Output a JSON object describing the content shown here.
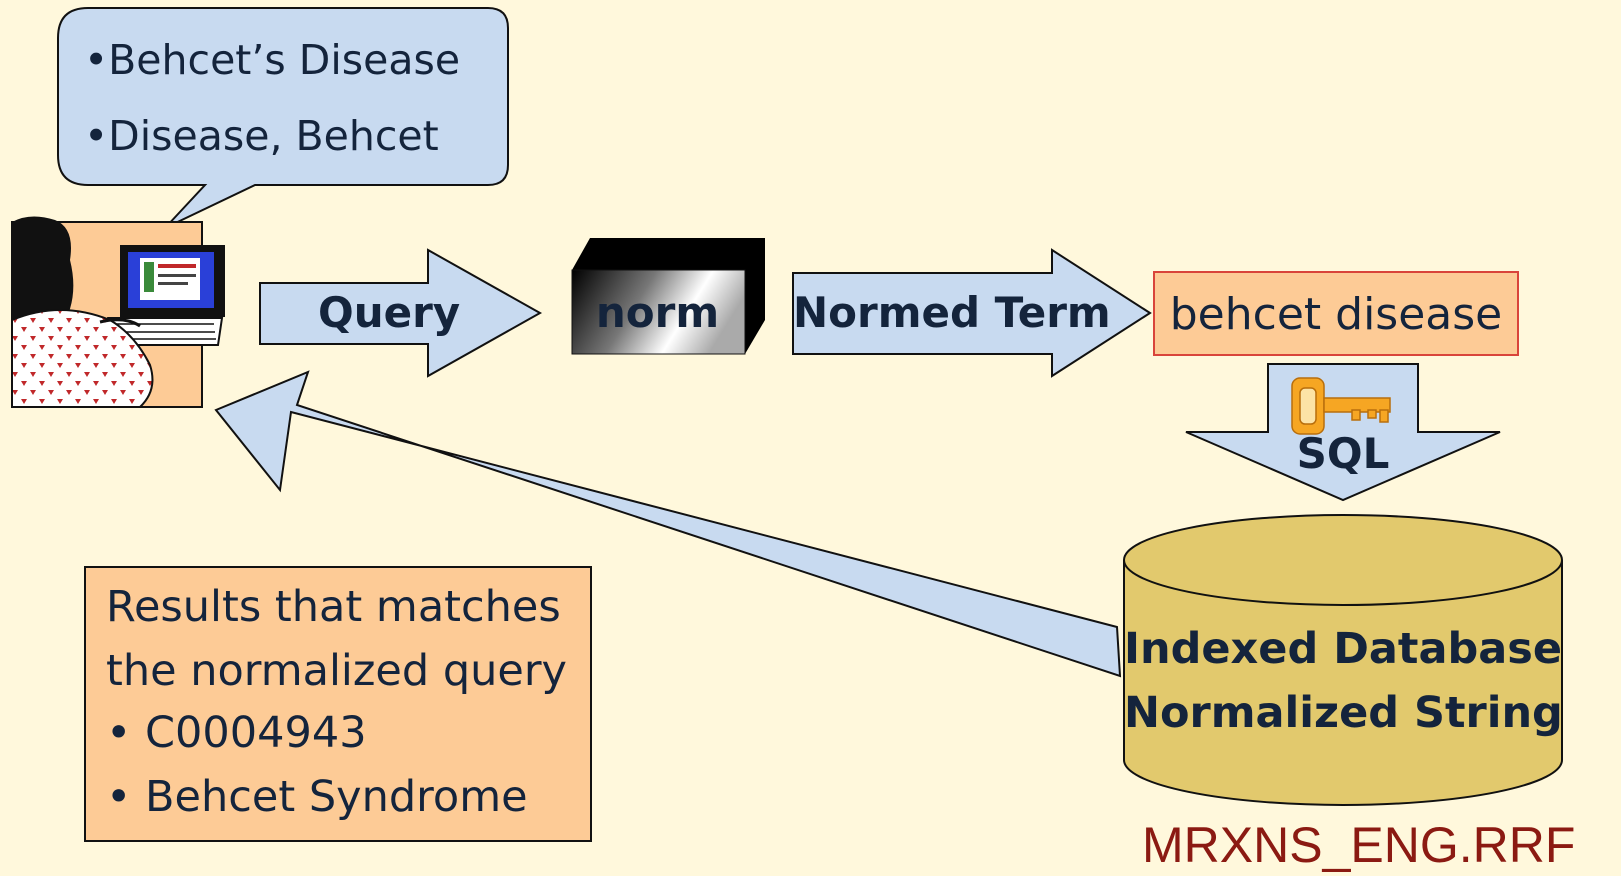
{
  "speech_bubble": {
    "items": [
      "•Behcet’s Disease",
      "•Disease, Behcet"
    ]
  },
  "flow": {
    "query_label": "Query",
    "norm_label": "norm",
    "normed_term_label": "Normed Term",
    "normed_term_value": "behcet disease",
    "sql_label": "SQL"
  },
  "database": {
    "line1": "Indexed Database",
    "line2": "Normalized String"
  },
  "results": {
    "lines": [
      "Results that matches",
      "the normalized query",
      "• C0004943",
      "• Behcet Syndrome"
    ]
  },
  "file_label": "MRXNS_ENG.RRF",
  "colors": {
    "background": "#FFF8DC",
    "arrow_fill": "#C8DAF0",
    "box_fill": "#FDCB96",
    "database_fill": "#E2C96D",
    "file_label": "#8B1A12",
    "key": "#F6A623"
  },
  "icons": [
    "user-at-computer-icon",
    "key-icon",
    "database-cylinder-icon"
  ]
}
